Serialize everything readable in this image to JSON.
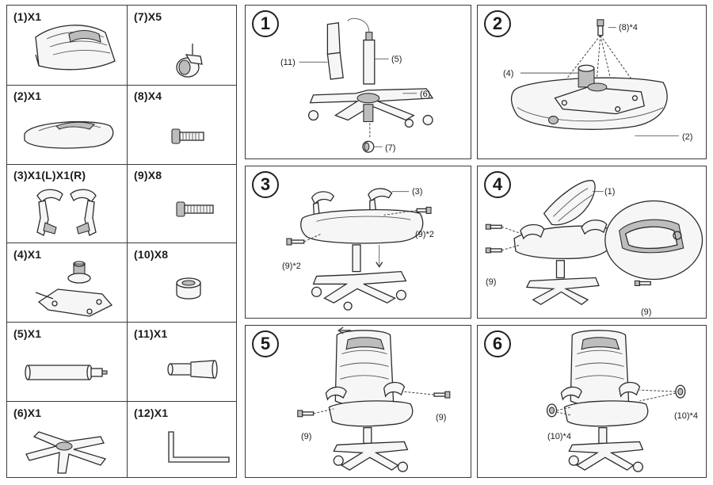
{
  "parts": [
    {
      "label": "(1)X1",
      "icon": "backrest-icon"
    },
    {
      "label": "(7)X5",
      "icon": "caster-wheel-icon"
    },
    {
      "label": "(2)X1",
      "icon": "seat-cushion-icon"
    },
    {
      "label": "(8)X4",
      "icon": "short-bolt-icon"
    },
    {
      "label": "(3)X1(L)X1(R)",
      "icon": "armrest-pair-icon"
    },
    {
      "label": "(9)X8",
      "icon": "long-bolt-icon"
    },
    {
      "label": "(4)X1",
      "icon": "tilt-mechanism-icon"
    },
    {
      "label": "(10)X8",
      "icon": "bolt-cap-icon"
    },
    {
      "label": "(5)X1",
      "icon": "gas-cylinder-icon"
    },
    {
      "label": "(11)X1",
      "icon": "cylinder-cover-icon"
    },
    {
      "label": "(6)X1",
      "icon": "five-star-base-icon"
    },
    {
      "label": "(12)X1",
      "icon": "allen-key-icon"
    }
  ],
  "steps": [
    {
      "number": "1",
      "callouts": [
        "(11)",
        "(5)",
        "(6)",
        "(7)"
      ]
    },
    {
      "number": "2",
      "callouts": [
        "(8)*4",
        "(4)",
        "(2)"
      ]
    },
    {
      "number": "3",
      "callouts": [
        "(3)",
        "(9)*2",
        "(9)*2"
      ]
    },
    {
      "number": "4",
      "callouts": [
        "(1)",
        "(9)",
        "(9)"
      ]
    },
    {
      "number": "5",
      "callouts": [
        "(9)",
        "(9)"
      ]
    },
    {
      "number": "6",
      "callouts": [
        "(10)*4",
        "(10)*4"
      ]
    }
  ]
}
